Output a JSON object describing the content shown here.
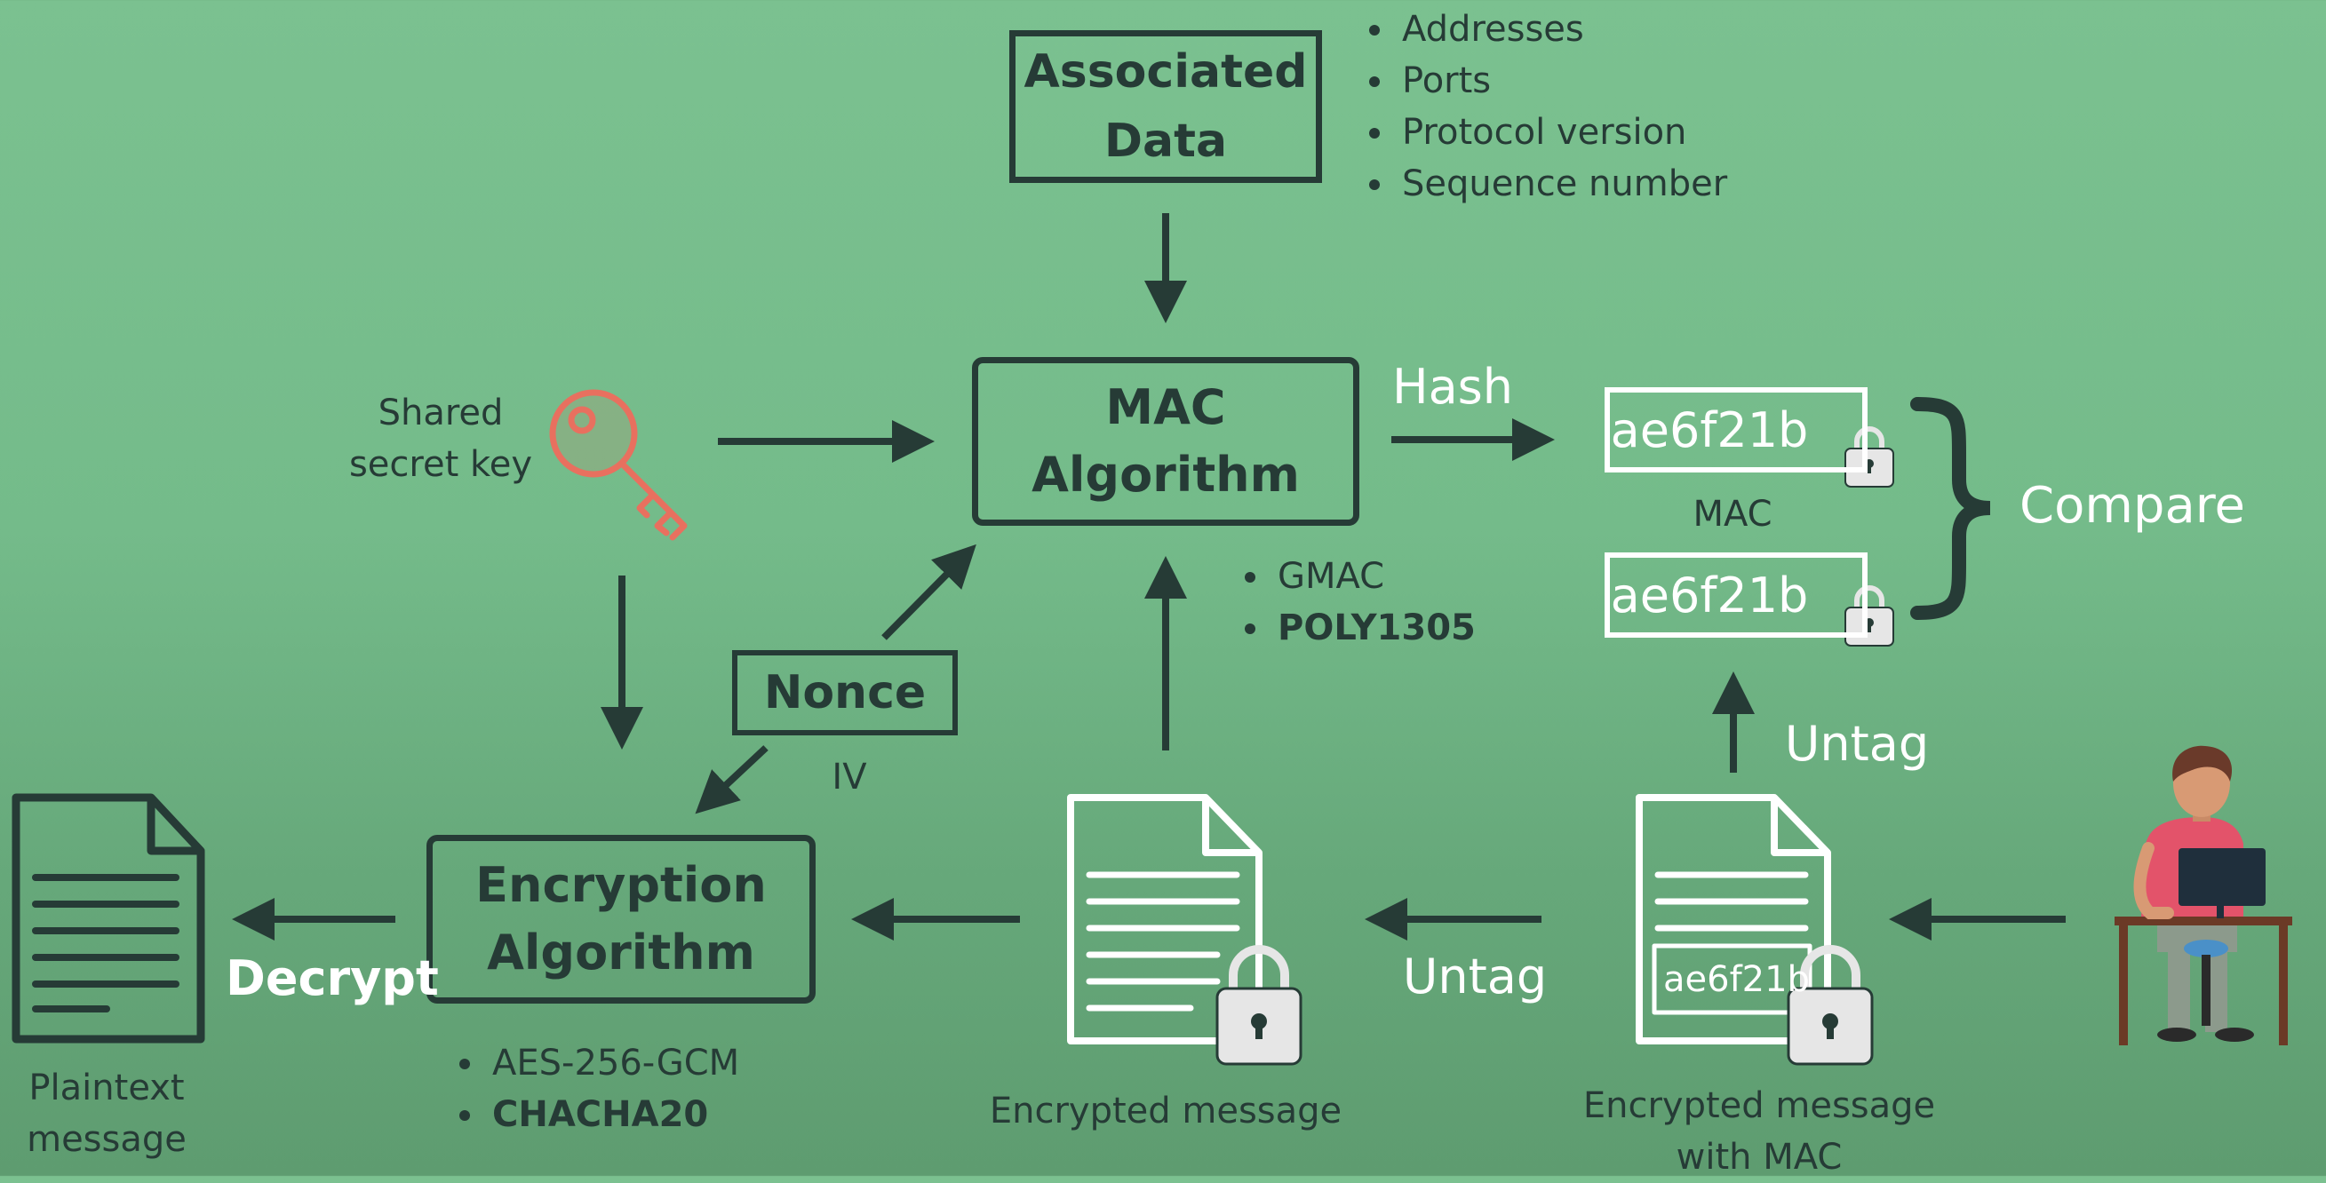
{
  "associated_data": {
    "title_line1": "Associated",
    "title_line2": "Data",
    "items": [
      "Addresses",
      "Ports",
      "Protocol version",
      "Sequence number"
    ]
  },
  "mac_algorithm": {
    "title_line1": "MAC",
    "title_line2": "Algorithm",
    "options": [
      "GMAC",
      "POLY1305"
    ]
  },
  "key": {
    "label_line1": "Shared",
    "label_line2": "secret key"
  },
  "nonce": {
    "label": "Nonce",
    "iv_label": "IV"
  },
  "encryption_algorithm": {
    "title_line1": "Encryption",
    "title_line2": "Algorithm",
    "options": [
      "AES-256-GCM",
      "CHACHA20"
    ]
  },
  "hash_label": "Hash",
  "mac_compare": {
    "tag_top": "ae6f21b",
    "tag_bottom": "ae6f21b",
    "mac_label": "MAC",
    "compare_label": "Compare"
  },
  "untag_top": "Untag",
  "untag_bottom": "Untag",
  "decrypt_label": "Decrypt",
  "plaintext": {
    "label_line1": "Plaintext",
    "label_line2": "message"
  },
  "encrypted_message": {
    "label": "Encrypted message"
  },
  "encrypted_with_mac": {
    "label_line1": "Encrypted message",
    "label_line2": "with MAC",
    "tag": "ae6f21b"
  },
  "colors": {
    "background": "#74bb8a",
    "ink": "#263b36",
    "key": "#e8705f",
    "white": "#ffffff"
  }
}
